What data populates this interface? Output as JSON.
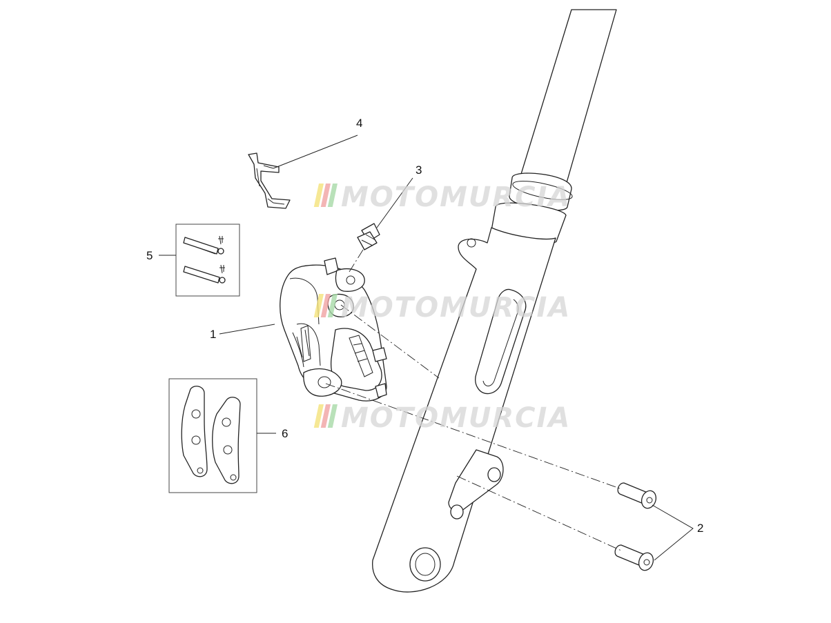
{
  "callouts": [
    {
      "id": "1",
      "label": "1"
    },
    {
      "id": "2",
      "label": "2"
    },
    {
      "id": "3",
      "label": "3"
    },
    {
      "id": "4",
      "label": "4"
    },
    {
      "id": "5",
      "label": "5"
    },
    {
      "id": "6",
      "label": "6"
    }
  ],
  "watermark": {
    "text": "MOTOMURCIA",
    "colors": [
      "#f4e27a",
      "#f0a3a3",
      "#a8d9a8"
    ]
  }
}
